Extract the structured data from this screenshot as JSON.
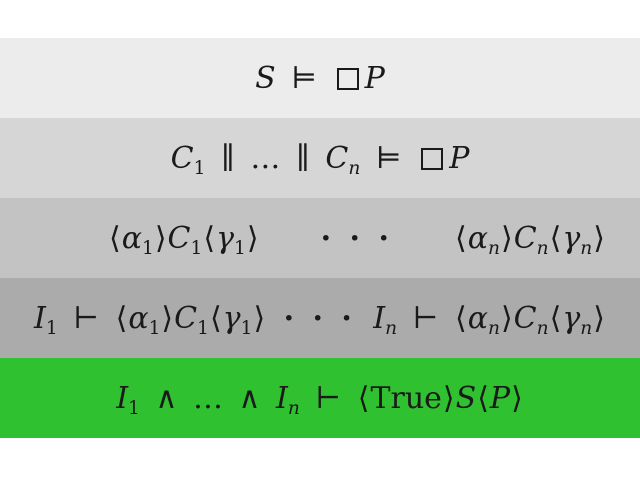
{
  "colors": {
    "band1": "#ececec",
    "band2": "#d6d6d6",
    "band3": "#c3c3c3",
    "band4": "#ababab",
    "band5": "#2fc12f"
  },
  "symbols": {
    "S": "S",
    "P": "P",
    "C": "C",
    "I": "I",
    "alpha": "α",
    "gamma": "γ",
    "one": "1",
    "n": "n",
    "models": "⊨",
    "proves": "⊢",
    "par": "∥",
    "ellipsis": "…",
    "cdots": "· · ·",
    "and": "∧",
    "langle": "⟨",
    "rangle": "⟩",
    "true_word": "True"
  }
}
